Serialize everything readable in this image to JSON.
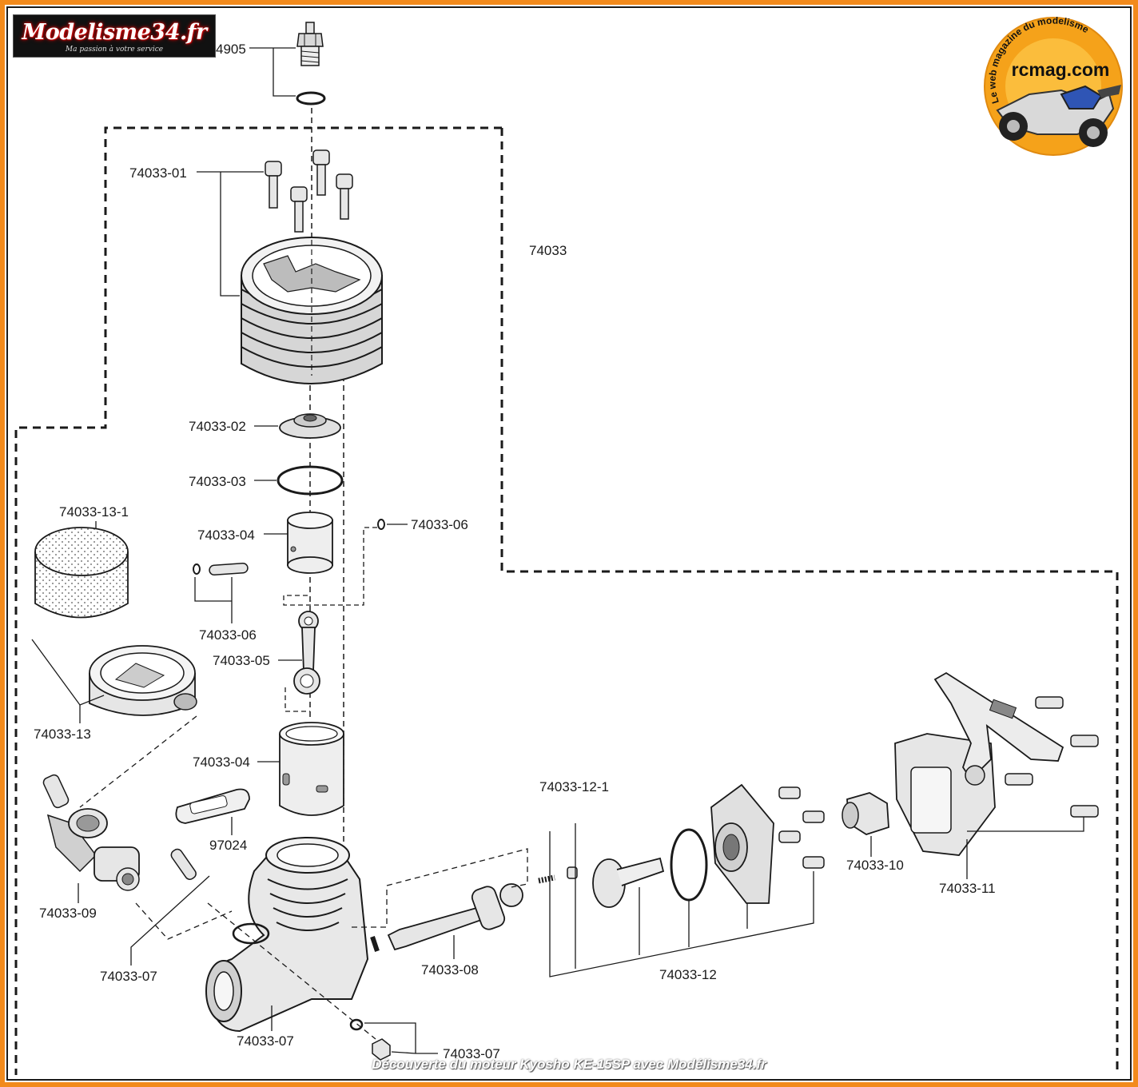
{
  "logos": {
    "left_name": "Modelisme34.fr",
    "left_tagline": "Ma passion à votre service",
    "right_site": "rcmag.com",
    "right_tagline": "Le web magazine du modelisme"
  },
  "caption": "Découverte du moteur Kyosho KE-15SP avec Modélisme34.fr",
  "labels": {
    "plug": "4905",
    "assembly": "74033",
    "l01": "74033-01",
    "l02": "74033-02",
    "l03": "74033-03",
    "l04a": "74033-04",
    "l06a": "74033-06",
    "l13_1": "74033-13-1",
    "l06b": "74033-06",
    "l05": "74033-05",
    "l13": "74033-13",
    "l04b": "74033-04",
    "l97024": "97024",
    "l09": "74033-09",
    "l07a": "74033-07",
    "l07b": "74033-07",
    "l07c": "74033-07",
    "l08": "74033-08",
    "l12_1": "74033-12-1",
    "l12": "74033-12",
    "l10": "74033-10",
    "l11": "74033-11"
  },
  "colors": {
    "frame": "#f28a1c",
    "line": "#1a1a1a",
    "part_fill": "#e4e4e4",
    "part_dark": "#9a9a9a"
  }
}
